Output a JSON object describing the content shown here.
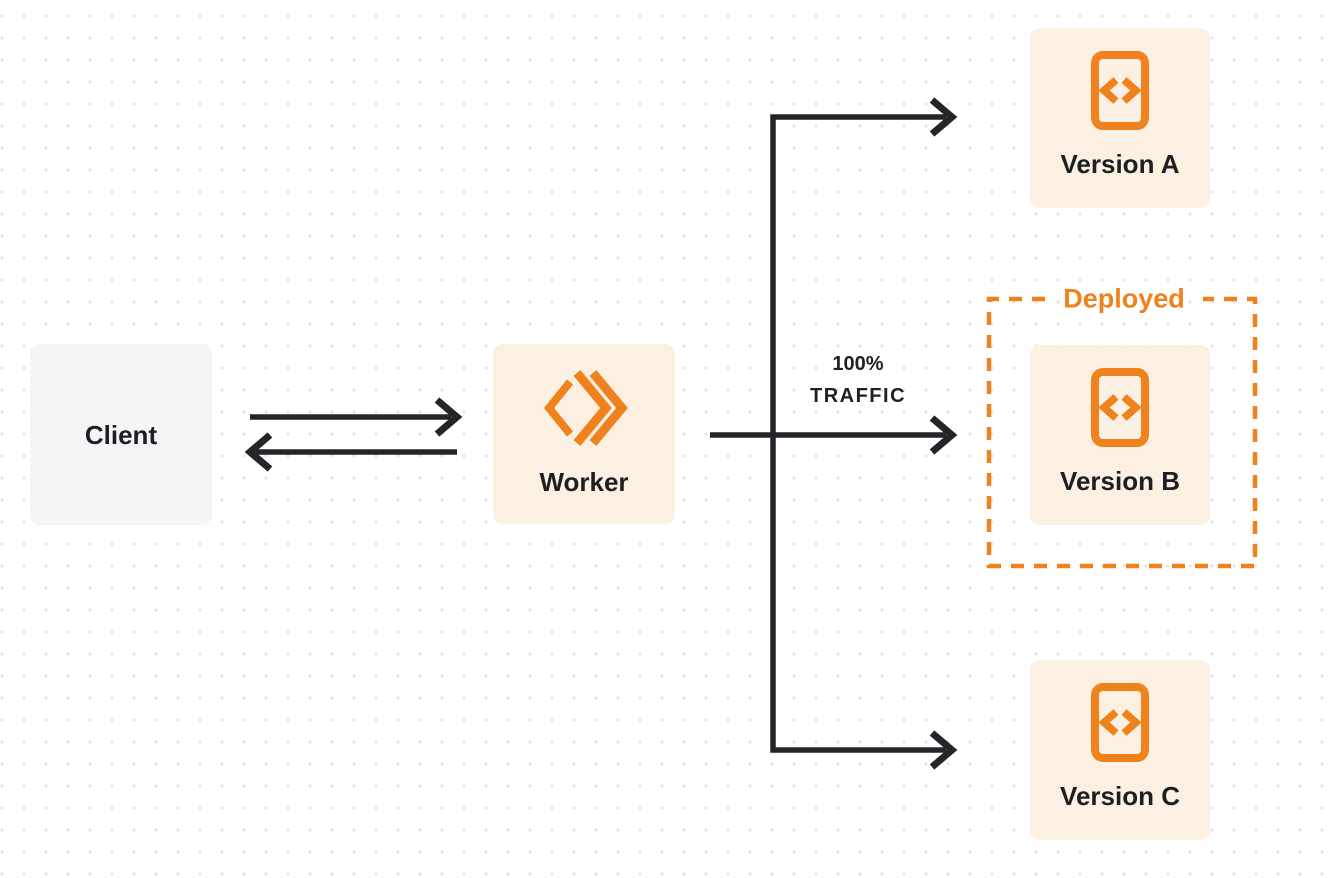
{
  "colors": {
    "background": "#FFFFFF",
    "grid_dot": "#E4E4E6",
    "accent_orange": "#F0821E",
    "node_cream_bg": "#FBF0E1",
    "client_gray_bg": "#F4F5F6",
    "connector_dark": "#242528",
    "label_dark": "#1E1F23"
  },
  "nodes": {
    "client": {
      "label": "Client"
    },
    "worker": {
      "label": "Worker",
      "icon": "cloudflare-workers-logo-icon"
    },
    "version_a": {
      "label": "Version A",
      "icon": "code-file-icon"
    },
    "version_b": {
      "label": "Version B",
      "icon": "code-file-icon"
    },
    "version_c": {
      "label": "Version C",
      "icon": "code-file-icon"
    }
  },
  "annotations": {
    "deployed_label": "Deployed",
    "traffic_percent": "100%",
    "traffic_word": "TRAFFIC"
  }
}
